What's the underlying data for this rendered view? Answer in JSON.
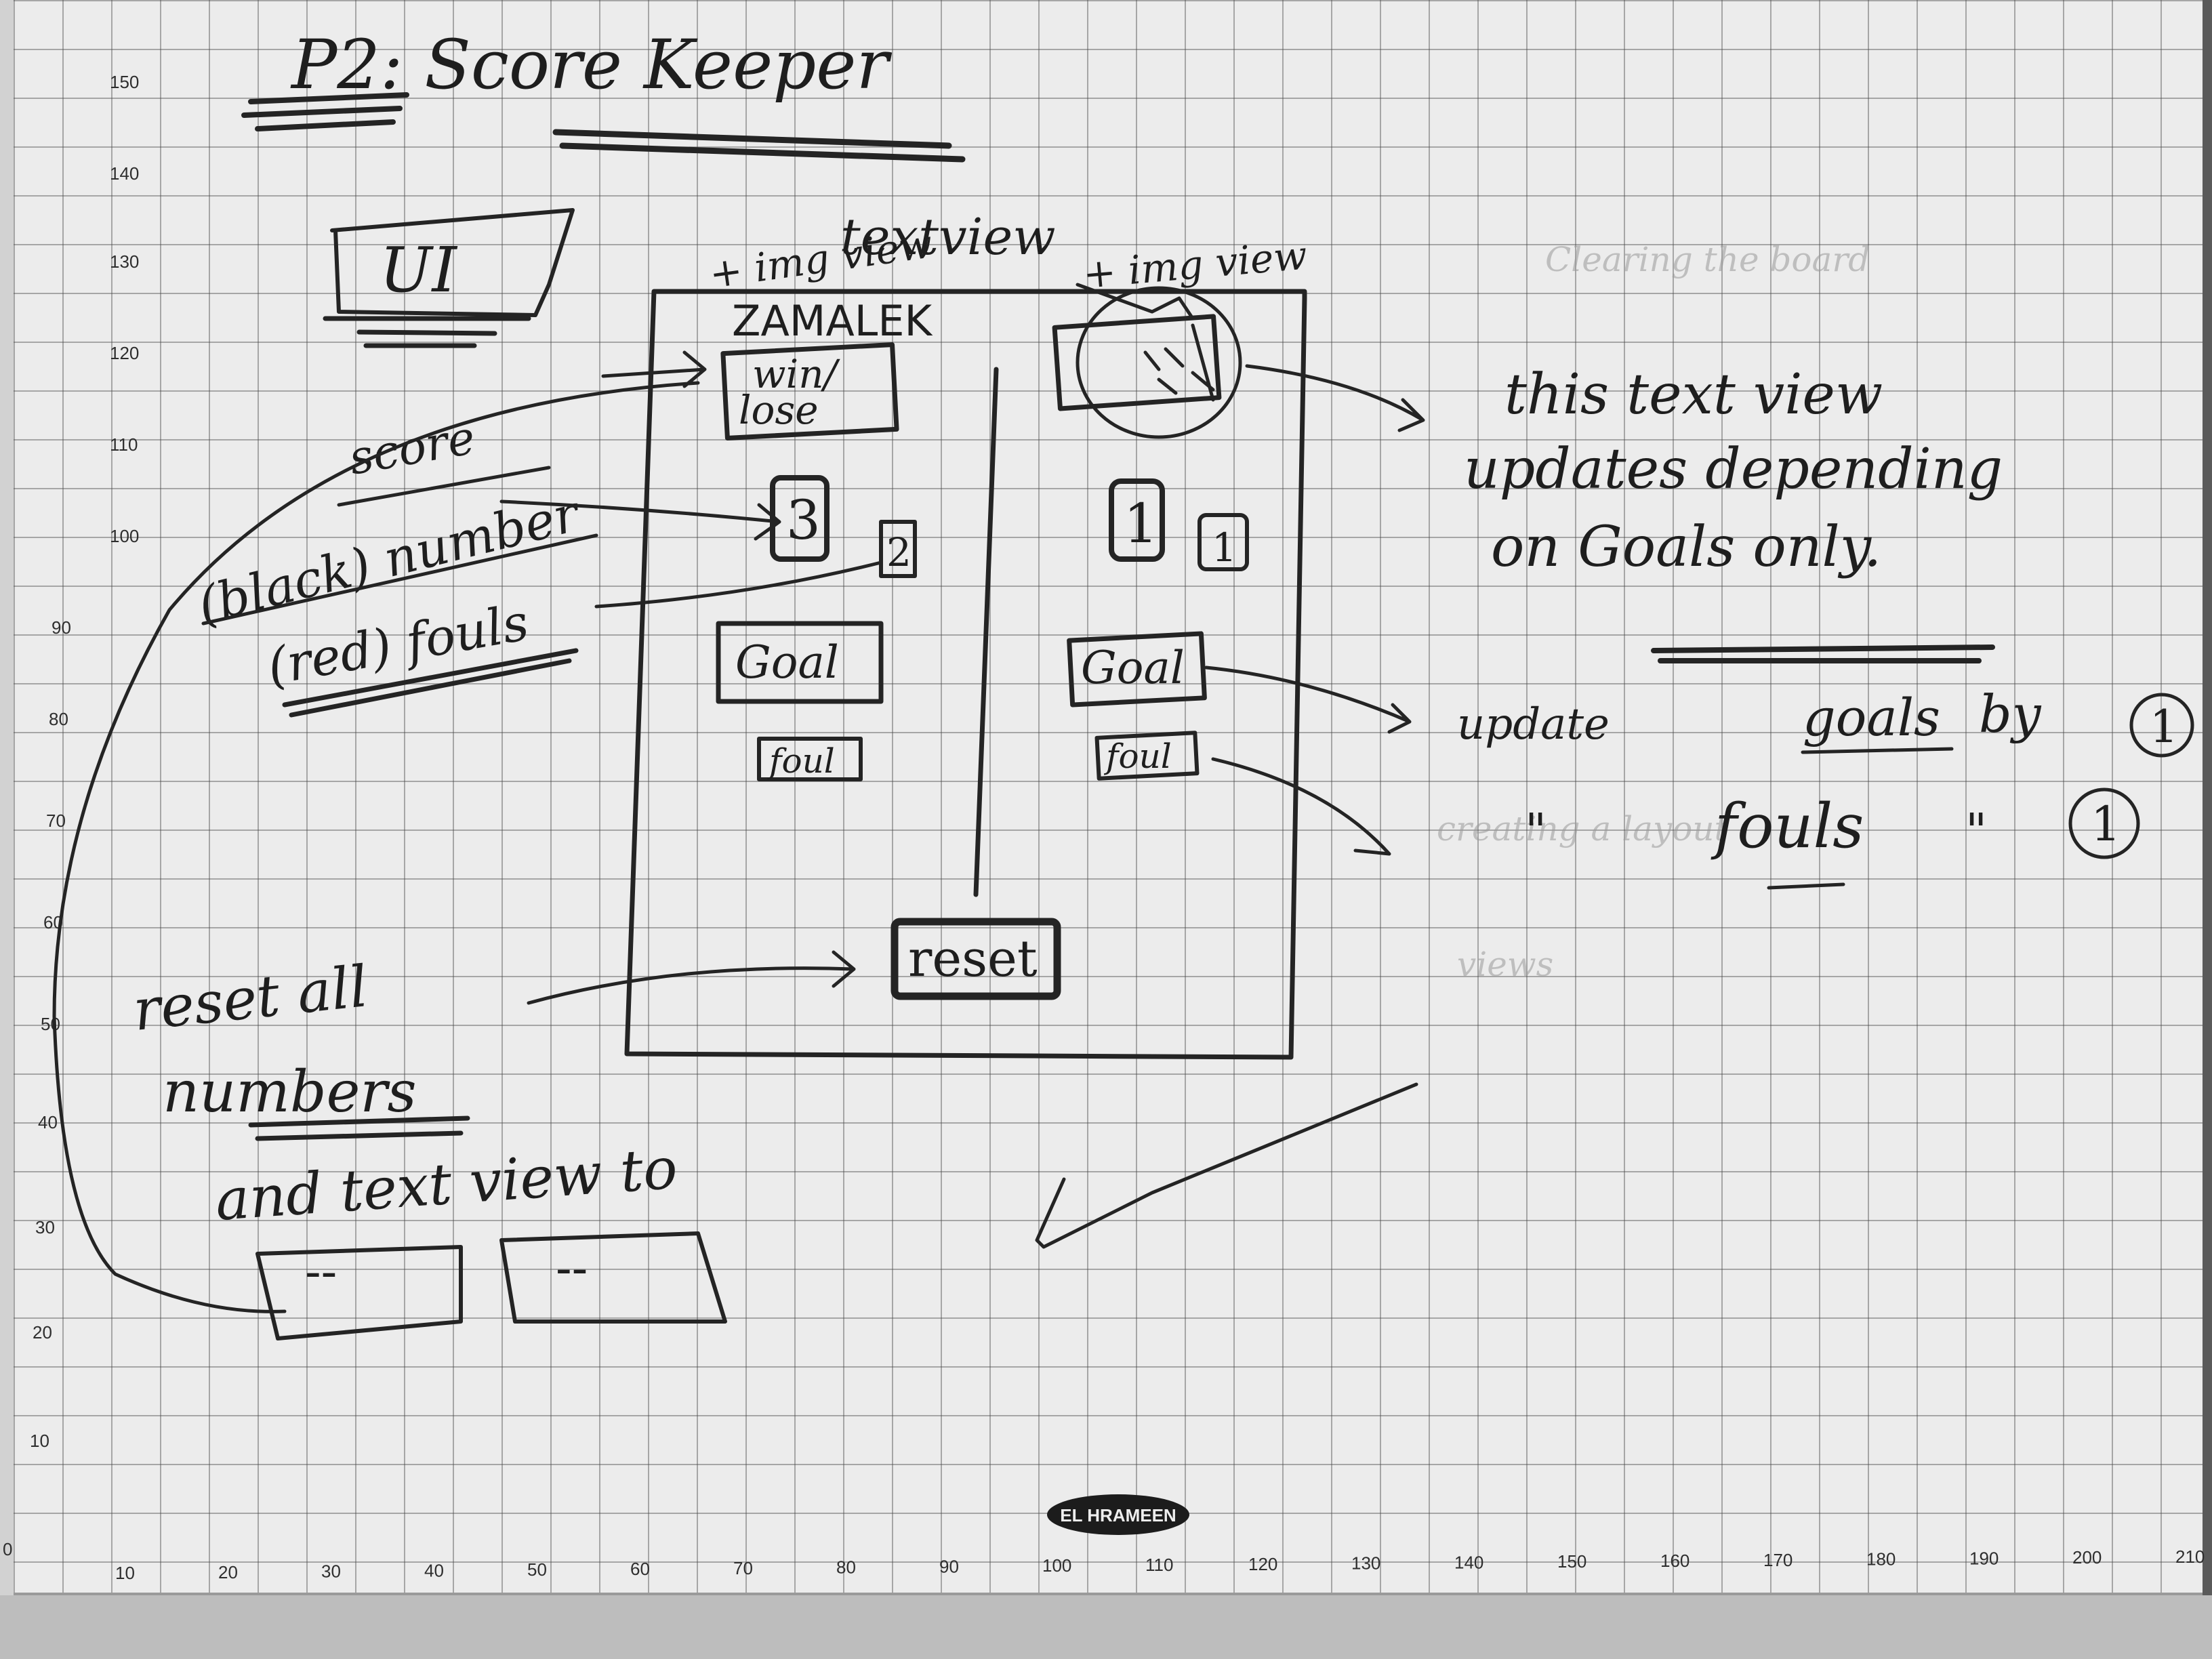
{
  "title": "P2: Score Keeper",
  "section_label": "UI",
  "annotations": {
    "textview": "textview",
    "img_view_left": "+ img view",
    "img_view_right": "+ img view",
    "team_left": "ZAMALEK",
    "score_label": "score",
    "black_number": "(black) number",
    "red_fouls": "(red) fouls",
    "textview_note": [
      "this text view",
      "updates depending",
      "on Goals only."
    ],
    "goal_note_prefix": "update",
    "goal_note_word": "goals",
    "goal_note_suffix": "by",
    "goal_note_amount": "1",
    "foul_note_ditto_left": "\"",
    "foul_note_word": "fouls",
    "foul_note_ditto_right": "\"",
    "foul_note_amount": "1",
    "reset_note": [
      "reset all",
      "numbers",
      "and text view to"
    ],
    "placeholder_left": "--",
    "placeholder_right": "--"
  },
  "mockup": {
    "win_lose": [
      "win/",
      "lose"
    ],
    "left_score": "3",
    "left_fouls": "2",
    "right_score": "1",
    "right_fouls": "1",
    "goal_left": "Goal",
    "goal_right": "Goal",
    "foul_left": "foul",
    "foul_right": "foul",
    "reset": "reset"
  },
  "brand": "EL HRAMEEN",
  "axis_left": [
    "150",
    "140",
    "130",
    "120",
    "110",
    "100",
    "90",
    "80",
    "70",
    "60",
    "50",
    "40",
    "30",
    "20",
    "10",
    "0"
  ],
  "axis_bottom": [
    "10",
    "20",
    "30",
    "40",
    "50",
    "60",
    "70",
    "80",
    "90",
    "100",
    "110",
    "120",
    "130",
    "140",
    "150",
    "160",
    "170",
    "180",
    "190",
    "200",
    "210"
  ],
  "colors": {
    "ink": "#242424",
    "paper": "#ececec",
    "grid": "#6a6a6a"
  }
}
